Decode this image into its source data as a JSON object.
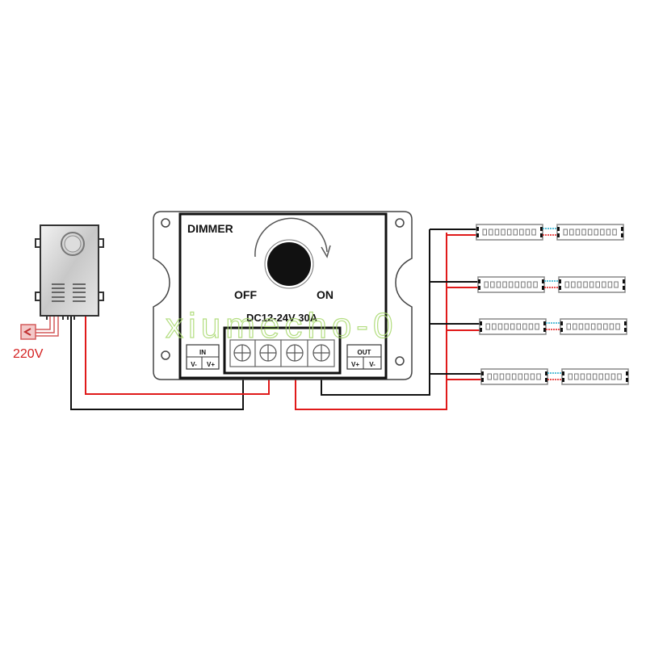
{
  "power_supply": {
    "input_label": "220V"
  },
  "dimmer": {
    "title": "DIMMER",
    "off_label": "OFF",
    "on_label": "ON",
    "rating": "DC12-24V 30A",
    "in_label": "IN",
    "in_terminals": [
      "V-",
      "V+"
    ],
    "out_label": "OUT",
    "out_terminals": [
      "V+",
      "V-"
    ]
  },
  "led_strips": {
    "rows": 4,
    "segments_per_row": 2,
    "leds_per_segment": 9
  },
  "watermark": "xiumecho-0",
  "colors": {
    "positive_wire": "#e01a1a",
    "negative_wire": "#111111",
    "label_red": "#d42020",
    "link_blue": "#5bc0d8",
    "watermark": "#a6d86a"
  }
}
